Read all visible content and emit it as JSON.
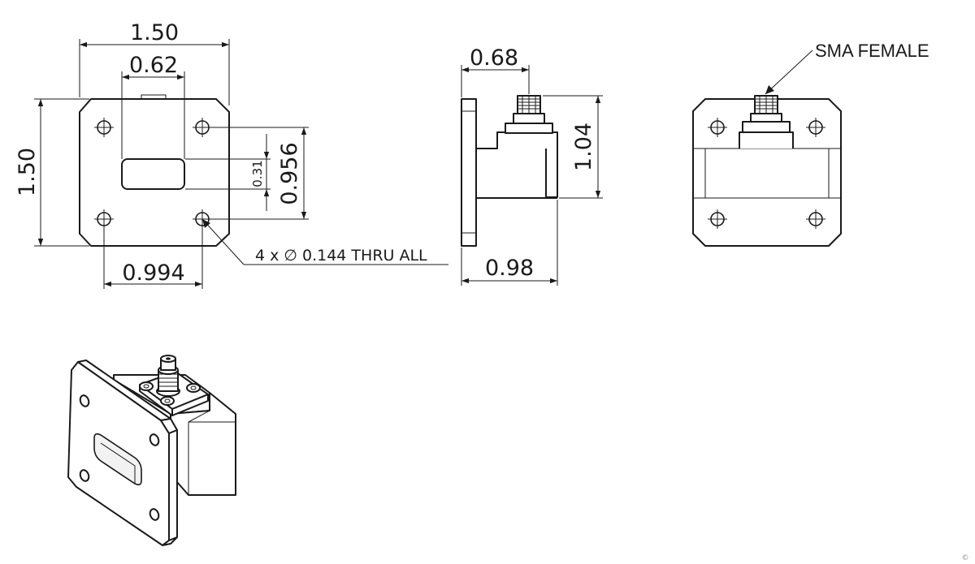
{
  "front_view": {
    "width_dim": "1.50",
    "aperture_width_dim": "0.62",
    "height_dim": "1.50",
    "hole_spacing_v_dim": "0.956",
    "aperture_height_dim": "0.31",
    "hole_spacing_h_dim": "0.994",
    "hole_callout": "4 x ∅ 0.144 THRU ALL"
  },
  "side_view": {
    "depth_dim": "0.68",
    "height_dim": "1.04",
    "length_dim": "0.98"
  },
  "rear_view": {
    "connector_label": "SMA FEMALE"
  },
  "page_marker": "©"
}
